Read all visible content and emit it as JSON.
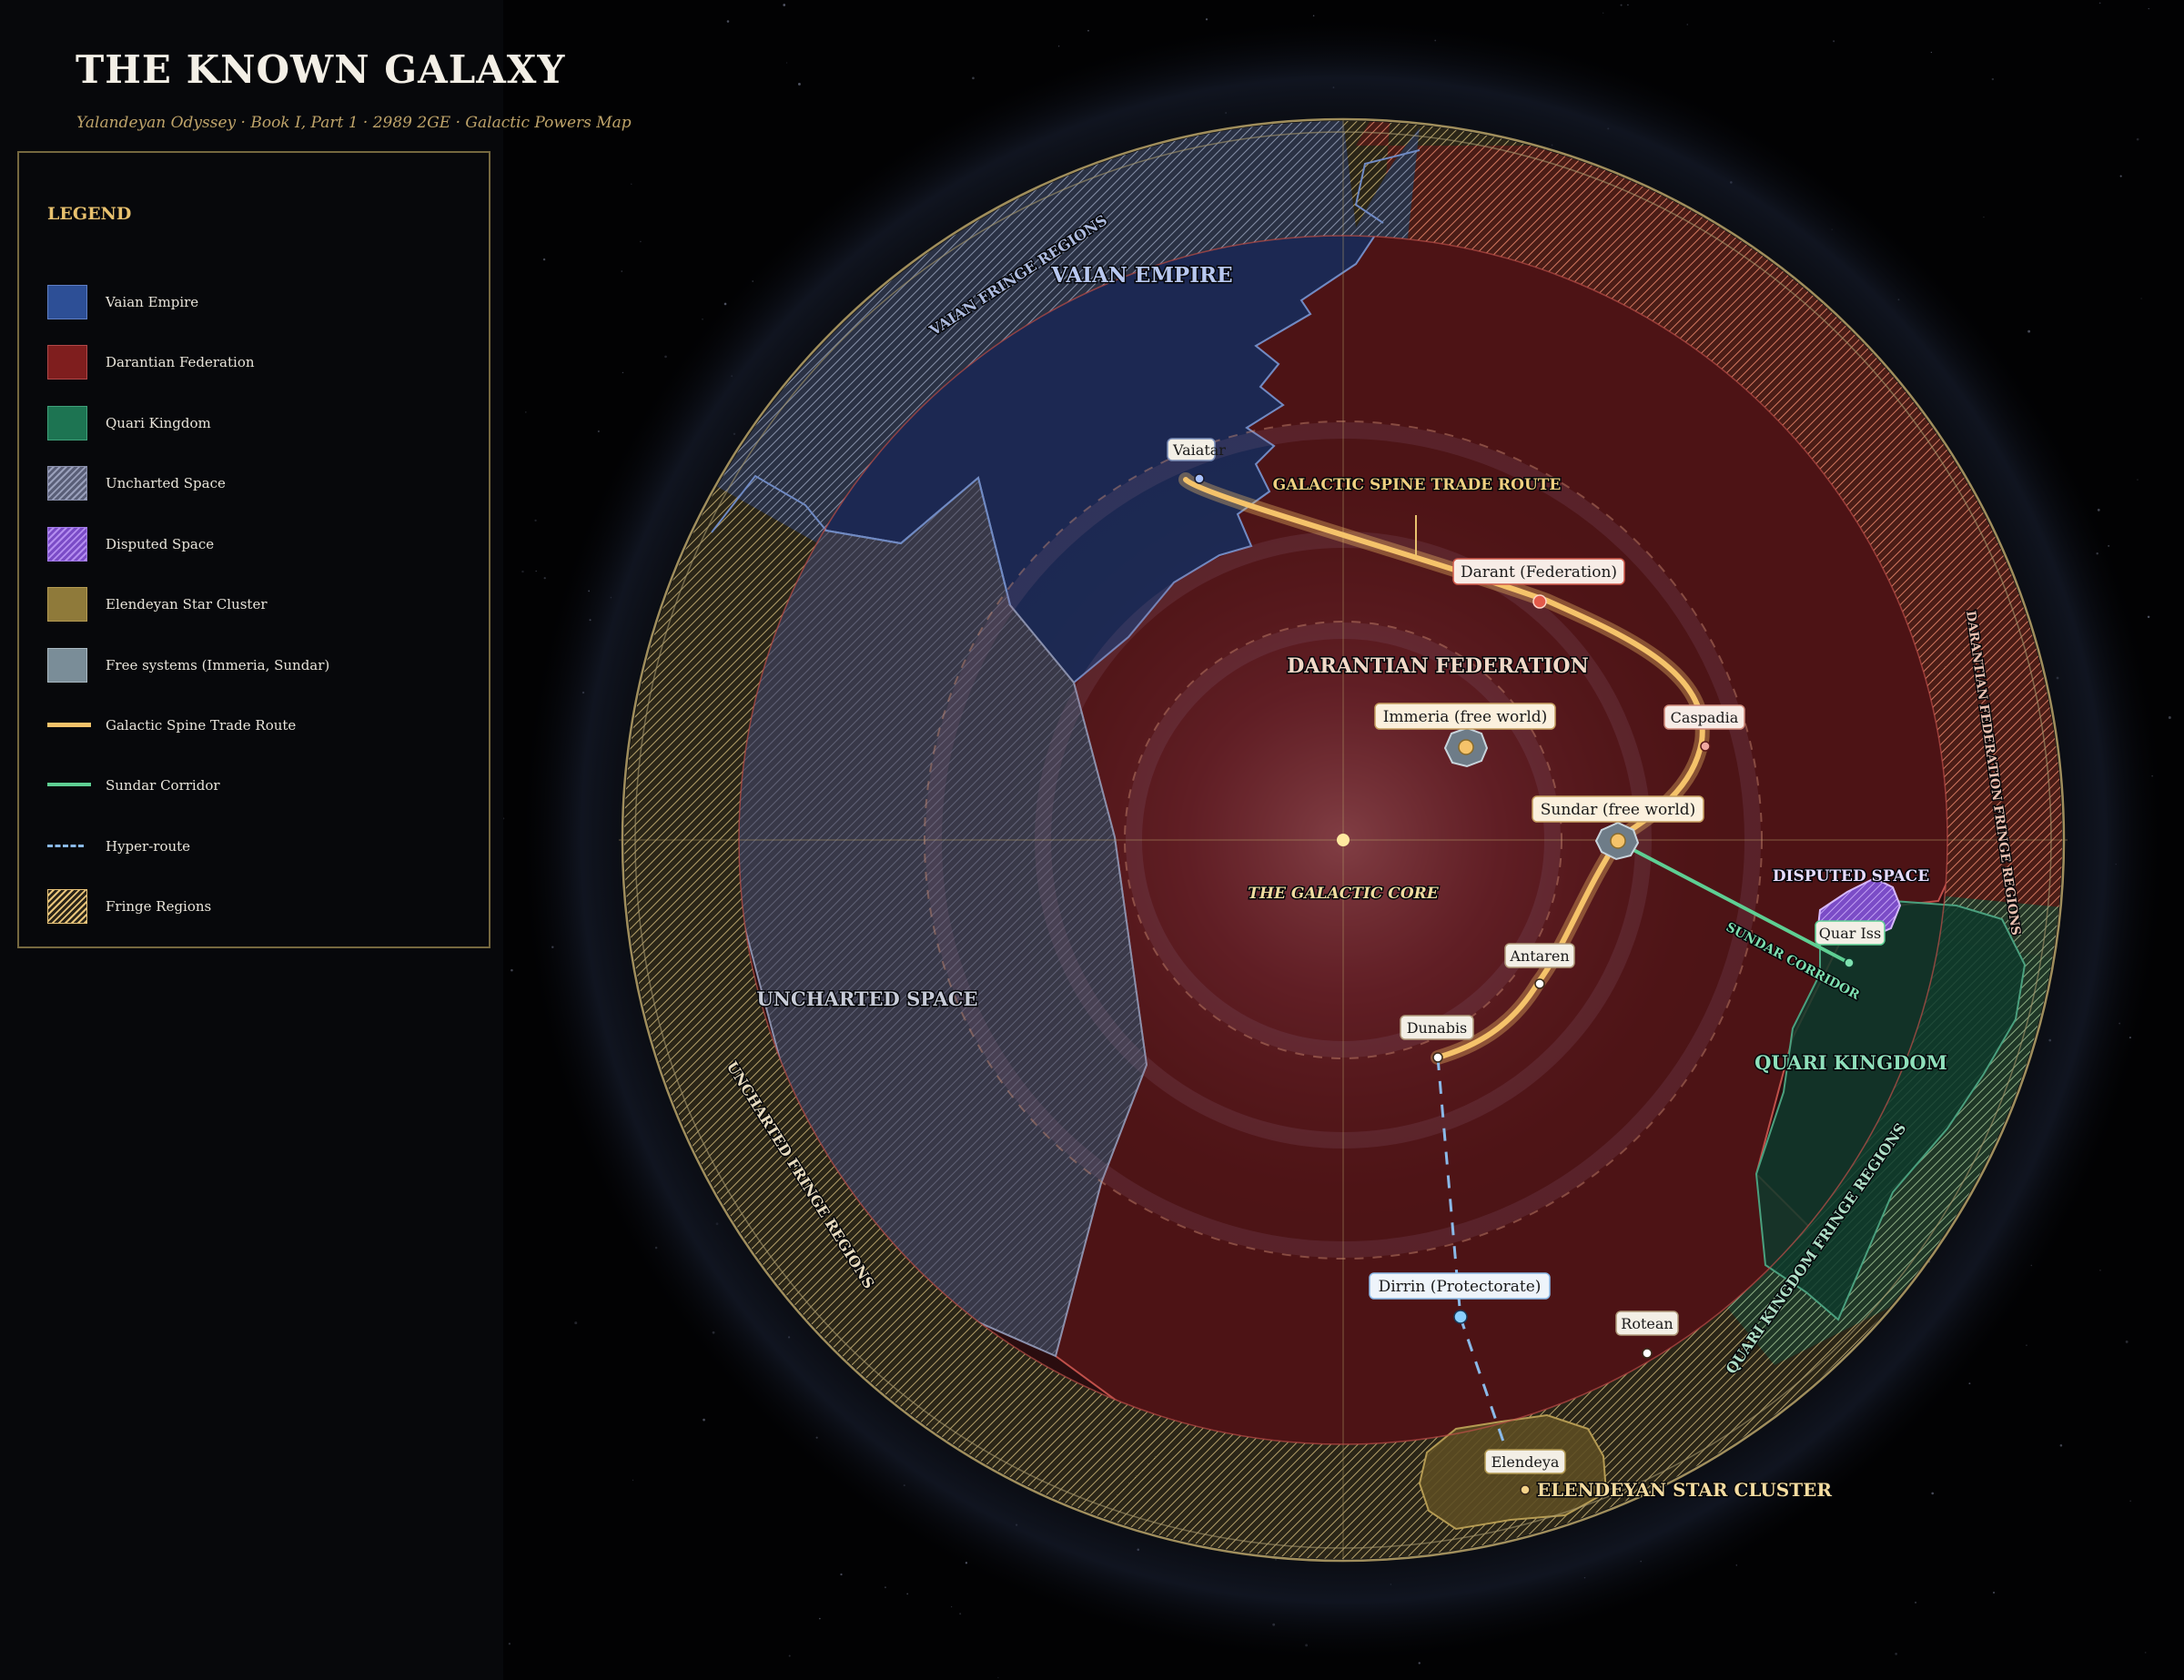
{
  "title": "THE KNOWN GALAXY",
  "subtitle": "Yalandeyan Odyssey · Book I, Part 1 · 2989 2GE · Galactic Powers Map",
  "legend": {
    "title": "LEGEND",
    "items": [
      {
        "label": "Vaian Empire",
        "color": "#2d4f96",
        "kind": "fill"
      },
      {
        "label": "Darantian Federation",
        "color": "#8a2222",
        "kind": "fill"
      },
      {
        "label": "Quari Kingdom",
        "color": "#1e7a58",
        "kind": "fill"
      },
      {
        "label": "Uncharted Space",
        "color": "#6a6f88",
        "kind": "hatch-grey"
      },
      {
        "label": "Disputed Space",
        "color": "#8b5ad6",
        "kind": "hatch-purple"
      },
      {
        "label": "Elendeyan Star Cluster",
        "color": "#8f7a3a",
        "kind": "fill"
      },
      {
        "label": "Free systems (Immeria, Sundar)",
        "color": "#7a8d98",
        "kind": "fill"
      },
      {
        "label": "Galactic Spine Trade Route",
        "color": "#f5c36a",
        "kind": "line"
      },
      {
        "label": "Sundar Corridor",
        "color": "#5ecf93",
        "kind": "line"
      },
      {
        "label": "Hyper-route",
        "color": "#8ab9e8",
        "kind": "dash"
      },
      {
        "label": "Fringe Regions",
        "color": "#e8c47a",
        "kind": "hatch-gold"
      }
    ]
  },
  "regions": {
    "vaian": "VAIAN EMPIRE",
    "darantian": "DARANTIAN FEDERATION",
    "uncharted": "UNCHARTED SPACE",
    "quari": "QUARI KINGDOM",
    "disputed": "DISPUTED SPACE",
    "elendeyan": "ELENDEYAN STAR CLUSTER",
    "core": "THE GALACTIC CORE",
    "trade_route": "GALACTIC SPINE TRADE ROUTE",
    "sundar_corridor": "SUNDAR CORRIDOR"
  },
  "fringe": {
    "vaian": "VAIAN FRINGE REGIONS",
    "darantian": "DARANTIAN FEDERATION FRINGE REGIONS",
    "uncharted": "UNCHARTED FRINGE REGIONS",
    "quari": "QUARI KINGDOM FRINGE REGIONS"
  },
  "systems": {
    "vaiatar": "Vaiatar",
    "darant": "Darant (Federation)",
    "immeria": "Immeria (free world)",
    "caspadia": "Caspadia",
    "sundar": "Sundar (free world)",
    "antaren": "Antaren",
    "dunabis": "Dunabis",
    "quar_iss": "Quar Iss",
    "dirrin": "Dirrin (Protectorate)",
    "rotean": "Rotean",
    "elendeya": "Elendeya"
  },
  "colors": {
    "vaian": "#2d4f96",
    "darantian": "#8a2222",
    "quari": "#1e7a58",
    "route": "#f5c36a",
    "corridor": "#5ecf93",
    "hyper": "#8ab9e8"
  }
}
